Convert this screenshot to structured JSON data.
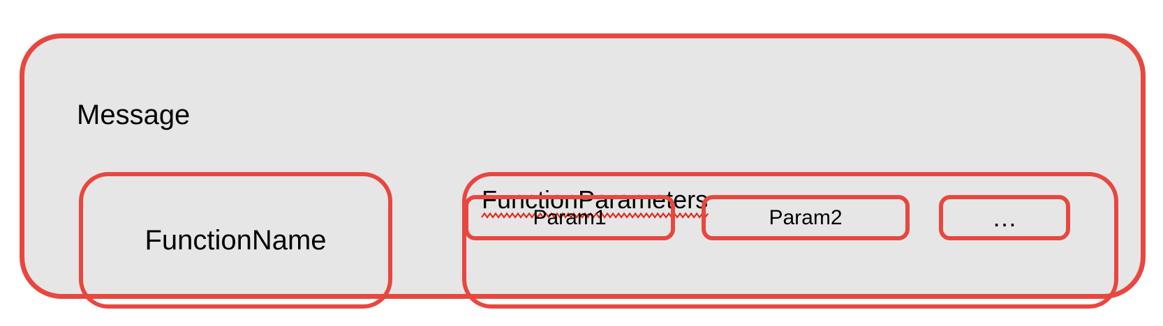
{
  "colors": {
    "border-red": "#e8473f",
    "squiggle-red": "#e02a1f",
    "fill-gray": "#e6e6e6",
    "text-black": "#000000",
    "page-bg": "#ffffff"
  },
  "diagram": {
    "message": {
      "label": "Message"
    },
    "function_name": {
      "label": "FunctionName"
    },
    "function_parameters": {
      "label": "FunctionParameters",
      "params": [
        {
          "label": "Param1"
        },
        {
          "label": "Param2"
        },
        {
          "label": "…"
        }
      ]
    }
  }
}
